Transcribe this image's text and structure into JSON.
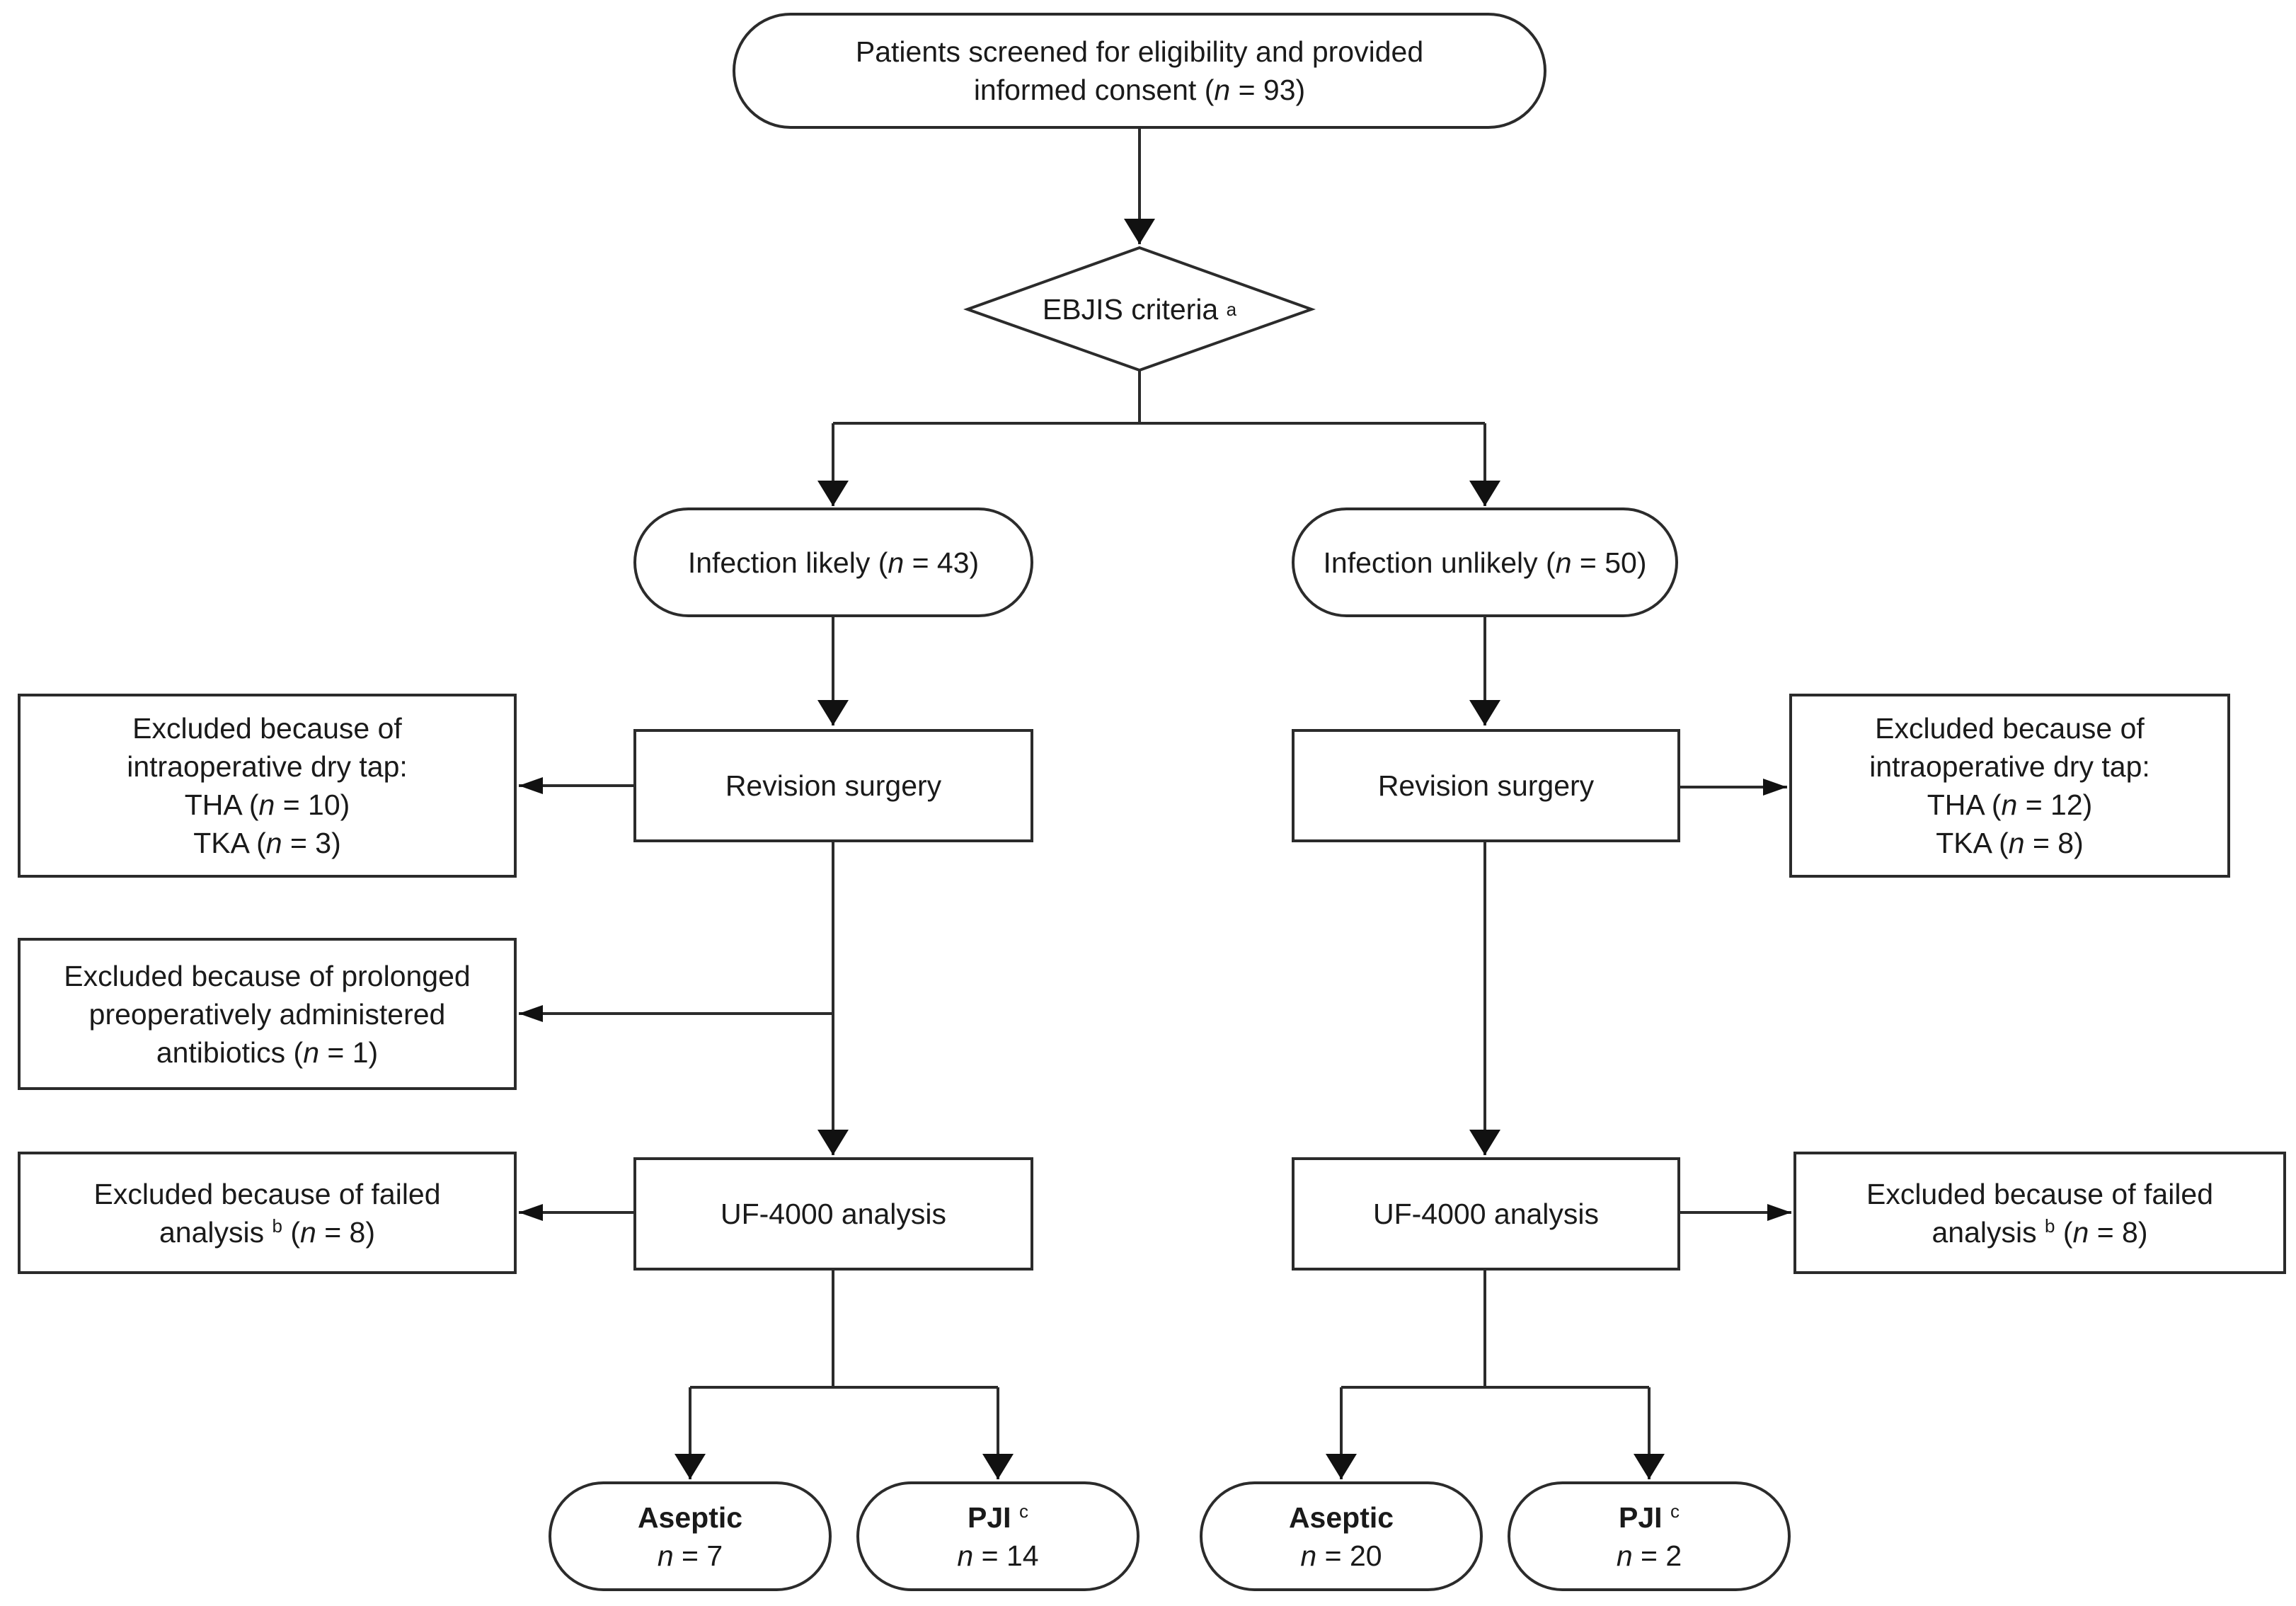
{
  "nodes": {
    "screened": {
      "line1": "Patients screened for eligibility and provided",
      "line2_text": "informed consent (",
      "n_label": "n",
      "n_value": " = 93)"
    },
    "criteria": {
      "text": "EBJIS criteria",
      "sup": "a"
    },
    "likely": {
      "text": "Infection likely (",
      "n_label": "n",
      "n_value": " = 43)"
    },
    "unlikely": {
      "text": "Infection unlikely (",
      "n_label": "n",
      "n_value": " = 50)"
    },
    "revision_left": {
      "text": "Revision surgery"
    },
    "revision_right": {
      "text": "Revision surgery"
    },
    "excl_dry_left": {
      "line1": "Excluded because of",
      "line2": "intraoperative dry tap:",
      "tha_text": "THA (",
      "tha_n": "n",
      "tha_value": " = 10)",
      "tka_text": "TKA (",
      "tka_n": "n",
      "tka_value": " = 3)"
    },
    "excl_dry_right": {
      "line1": "Excluded because of",
      "line2": "intraoperative dry tap:",
      "tha_text": "THA (",
      "tha_n": "n",
      "tha_value": " = 12)",
      "tka_text": "TKA (",
      "tka_n": "n",
      "tka_value": " = 8)"
    },
    "excl_antibiotics": {
      "line1": "Excluded because of prolonged",
      "line2": "preoperatively administered",
      "line3_text": "antibiotics (",
      "n_label": "n",
      "n_value": " = 1)"
    },
    "uf_left": {
      "text": "UF-4000 analysis"
    },
    "uf_right": {
      "text": "UF-4000 analysis"
    },
    "excl_failed_left": {
      "line1": "Excluded because of failed",
      "line2_text": "analysis",
      "sup": "b",
      "paren": " (",
      "n_label": "n",
      "n_value": " = 8)"
    },
    "excl_failed_right": {
      "line1": "Excluded because of failed",
      "line2_text": "analysis",
      "sup": "b",
      "paren": " (",
      "n_label": "n",
      "n_value": " = 8)"
    },
    "aseptic_left": {
      "title": "Aseptic",
      "n_label": "n",
      "n_value": " = 7"
    },
    "pji_left": {
      "title": "PJI",
      "sup": "c",
      "n_label": "n",
      "n_value": " = 14"
    },
    "aseptic_right": {
      "title": "Aseptic",
      "n_label": "n",
      "n_value": " = 20"
    },
    "pji_right": {
      "title": "PJI",
      "sup": "c",
      "n_label": "n",
      "n_value": " = 2"
    }
  },
  "colors": {
    "stroke": "#2b2b2b",
    "text": "#1a1a1a",
    "background": "#ffffff"
  }
}
